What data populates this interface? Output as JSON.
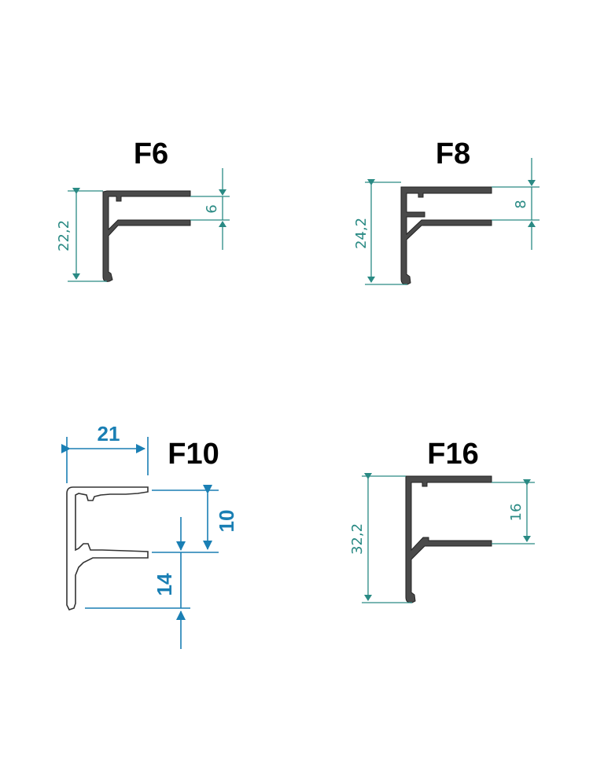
{
  "profiles": [
    {
      "id": "f6",
      "title": "F6",
      "dims": {
        "height": "22,2",
        "gap": "6"
      }
    },
    {
      "id": "f8",
      "title": "F8",
      "dims": {
        "height": "24,2",
        "gap": "8"
      }
    },
    {
      "id": "f10",
      "title": "F10",
      "dims": {
        "width": "21",
        "gap": "10",
        "lower": "14"
      }
    },
    {
      "id": "f16",
      "title": "F16",
      "dims": {
        "height": "32,2",
        "gap": "16"
      }
    }
  ],
  "colors": {
    "dimension_thin": "#2a8a84",
    "dimension_bold": "#1a7fb4",
    "profile_fill": "#4a4a4a"
  }
}
